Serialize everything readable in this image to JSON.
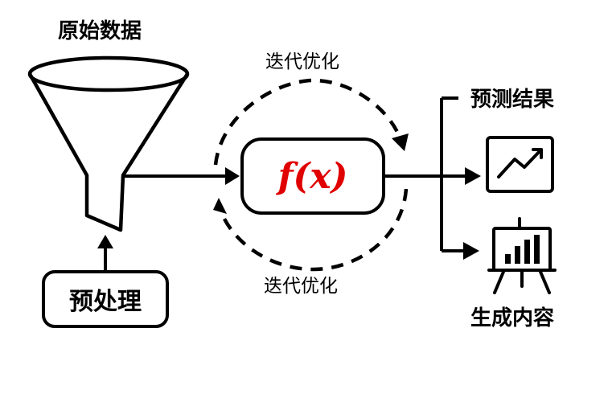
{
  "labels": {
    "raw_data": "原始数据",
    "preprocess": "预处理",
    "function": "f(x)",
    "iterate_top": "迭代优化",
    "iterate_bottom": "迭代优化",
    "prediction": "预测结果",
    "generation": "生成内容"
  },
  "colors": {
    "stroke": "#000000",
    "function_text": "#e00000"
  },
  "icons": {
    "funnel": "funnel-icon",
    "line_chart": "line-chart-icon",
    "easel_bar_chart": "easel-chart-icon"
  }
}
